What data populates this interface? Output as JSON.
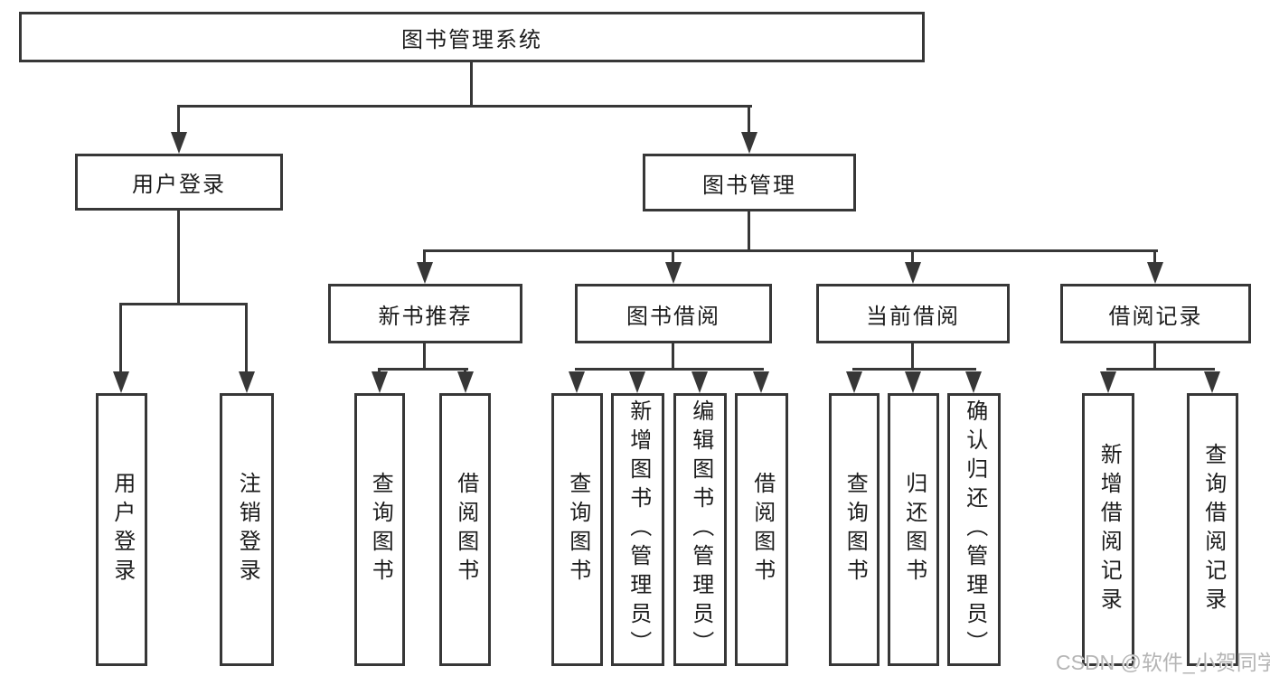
{
  "watermark": "CSDN @软件_小贺同学",
  "nodes": {
    "root": "图书管理系统",
    "user_login": "用户登录",
    "book_management": "图书管理",
    "login": "用户登录",
    "logout": "注销登录",
    "new_book_rec": "新书推荐",
    "book_borrow": "图书借阅",
    "current_borrow": "当前借阅",
    "borrow_record": "借阅记录",
    "query_book_1": "查询图书",
    "borrow_book_1": "借阅图书",
    "query_book_2": "查询图书",
    "add_book_admin": "新增图书（管理员）",
    "edit_book_admin": "编辑图书（管理员）",
    "borrow_book_2": "借阅图书",
    "query_book_3": "查询图书",
    "return_book": "归还图书",
    "confirm_return_admin": "确认归还（管理员）",
    "add_borrow_record": "新增借阅记录",
    "query_borrow_record": "查询借阅记录"
  }
}
